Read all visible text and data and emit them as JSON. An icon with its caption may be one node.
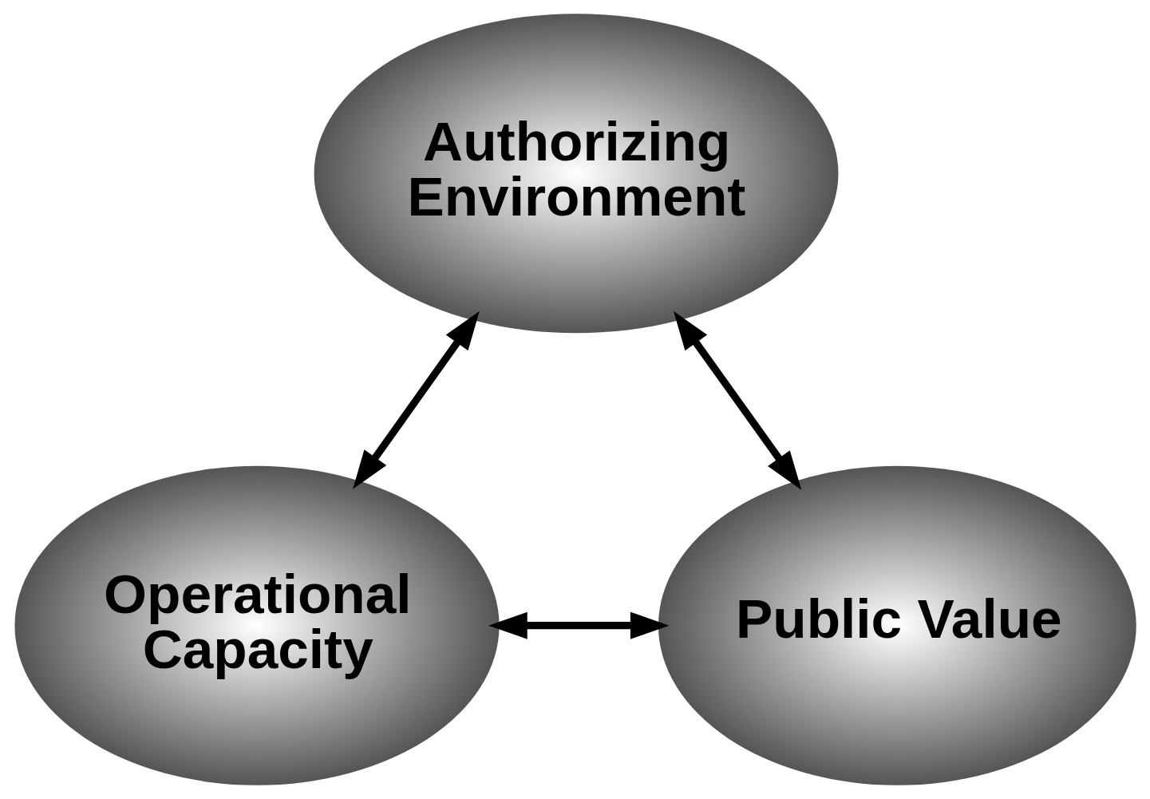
{
  "diagram": {
    "nodes": [
      {
        "text": [
          "Authorizing Environment"
        ]
      },
      {
        "text": [
          "Operational Capacity"
        ]
      },
      {
        "text": [
          "Public Value"
        ]
      }
    ],
    "edges": [
      {
        "from": 0,
        "to": 1,
        "arrow": "both"
      },
      {
        "from": 0,
        "to": 2,
        "arrow": "both"
      },
      {
        "from": 1,
        "to": 2,
        "arrow": "both"
      }
    ]
  }
}
